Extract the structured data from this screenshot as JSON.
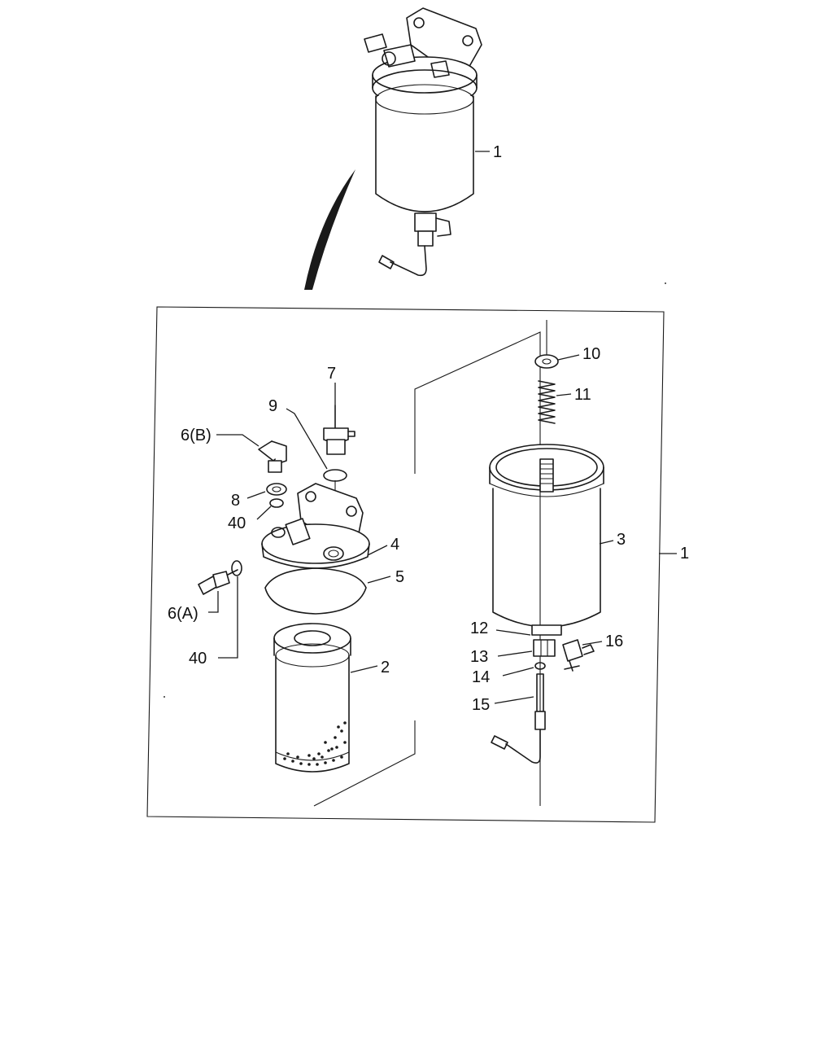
{
  "labels": {
    "top_assembly": "1",
    "filter_element": "2",
    "bowl": "3",
    "head": "4",
    "gasket": "5",
    "fitting_a": "6(A)",
    "fitting_b": "6(B)",
    "vent_plug": "7",
    "washer": "8",
    "o_ring": "9",
    "spring_seat": "10",
    "spring": "11",
    "ring": "12",
    "drain_nut": "13",
    "o_ring_small": "14",
    "sensor_pipe": "15",
    "drain_cock": "16",
    "washer_upper": "40",
    "washer_lower": "40",
    "assembly_box": "1"
  }
}
